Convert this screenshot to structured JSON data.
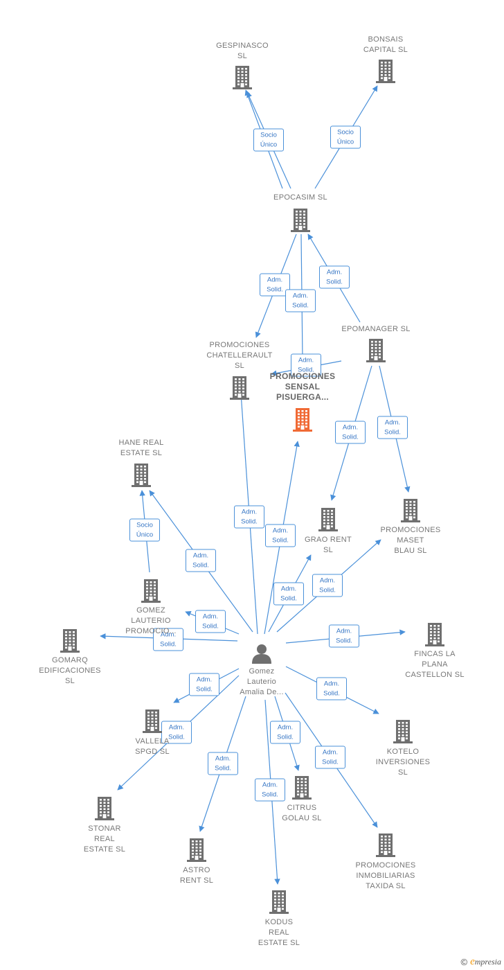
{
  "colors": {
    "edge": "#4a90d9",
    "node": "#6f6f6f",
    "main": "#f06a35",
    "person": "#6f6f6f"
  },
  "nodes": [
    {
      "id": "gespinasco",
      "lines": [
        "GESPINASCO",
        "SL"
      ],
      "type": "company"
    },
    {
      "id": "bonsais",
      "lines": [
        "BONSAIS",
        "CAPITAL  SL"
      ],
      "type": "company"
    },
    {
      "id": "epocasim",
      "lines": [
        "EPOCASIM  SL"
      ],
      "type": "company"
    },
    {
      "id": "epomanager",
      "lines": [
        "EPOMANAGER SL"
      ],
      "type": "company"
    },
    {
      "id": "chatellerault",
      "lines": [
        "PROMOCIONES",
        "CHATELLERAULT",
        "SL"
      ],
      "type": "company"
    },
    {
      "id": "sensal",
      "lines": [
        "PROMOCIONES",
        "SENSAL",
        "PISUERGA..."
      ],
      "type": "main"
    },
    {
      "id": "hane",
      "lines": [
        "HANE REAL",
        "ESTATE  SL"
      ],
      "type": "company"
    },
    {
      "id": "grao",
      "lines": [
        "GRAO RENT",
        "SL"
      ],
      "type": "company"
    },
    {
      "id": "maset",
      "lines": [
        "PROMOCIONES",
        "MASET",
        "BLAU  SL"
      ],
      "type": "company"
    },
    {
      "id": "gomezprom",
      "lines": [
        "GOMEZ",
        "LAUTERIO",
        "PROMOCIO..."
      ],
      "type": "company"
    },
    {
      "id": "gomarq",
      "lines": [
        "GOMARQ",
        "EDIFICACIONES",
        "SL"
      ],
      "type": "company"
    },
    {
      "id": "fincas",
      "lines": [
        "FINCAS LA",
        "PLANA",
        "CASTELLON SL"
      ],
      "type": "company"
    },
    {
      "id": "person",
      "lines": [
        "Gomez",
        "Lauterio",
        "Amalia De..."
      ],
      "type": "person"
    },
    {
      "id": "vallela",
      "lines": [
        "VALLELA",
        "SPGD SL"
      ],
      "type": "company"
    },
    {
      "id": "kotelo",
      "lines": [
        "KOTELO",
        "INVERSIONES",
        "SL"
      ],
      "type": "company"
    },
    {
      "id": "stonar",
      "lines": [
        "STONAR",
        "REAL",
        "ESTATE  SL"
      ],
      "type": "company"
    },
    {
      "id": "citrus",
      "lines": [
        "CITRUS",
        "GOLAU  SL"
      ],
      "type": "company"
    },
    {
      "id": "astro",
      "lines": [
        "ASTRO",
        "RENT  SL"
      ],
      "type": "company"
    },
    {
      "id": "taxida",
      "lines": [
        "PROMOCIONES",
        "INMOBILIARIAS",
        "TAXIDA  SL"
      ],
      "type": "company"
    },
    {
      "id": "kodus",
      "lines": [
        "KODUS",
        "REAL",
        "ESTATE  SL"
      ],
      "type": "company"
    }
  ],
  "edges": [
    {
      "label": [
        "Socio",
        "Único"
      ]
    },
    {
      "label": [
        "Socio",
        "Único"
      ]
    },
    {
      "label": [
        "Socio",
        "Único"
      ]
    },
    {
      "label": [
        "Adm.",
        "Solid."
      ]
    },
    {
      "label": [
        "Adm.",
        "Solid."
      ]
    },
    {
      "label": [
        "Adm.",
        "Solid."
      ]
    },
    {
      "label": [
        "Adm.",
        "Solid."
      ]
    },
    {
      "label": [
        "Adm.",
        "Solid."
      ]
    },
    {
      "label": [
        "Socio",
        "Único"
      ]
    },
    {
      "label": [
        "Adm.",
        "Solid."
      ]
    },
    {
      "label": [
        "Adm.",
        "Solid."
      ]
    },
    {
      "label": [
        "Adm.",
        "Solid."
      ]
    },
    {
      "label": [
        "Adm.",
        "Solid."
      ]
    },
    {
      "label": [
        "Adm.",
        "Solid."
      ]
    },
    {
      "label": [
        "Adm.",
        "Solid."
      ]
    },
    {
      "label": [
        "Adm.",
        "Solid."
      ]
    },
    {
      "label": [
        "Adm.",
        "Solid."
      ]
    },
    {
      "label": [
        "Adm.",
        "Solid."
      ]
    },
    {
      "label": [
        "Adm.",
        "Solid."
      ]
    },
    {
      "label": [
        "Adm.",
        "Solid."
      ]
    },
    {
      "label": [
        "Adm.",
        "Solid."
      ]
    },
    {
      "label": [
        "Adm.",
        "Solid."
      ]
    },
    {
      "label": [
        "Adm.",
        "Solid."
      ]
    },
    {
      "label": [
        "Adm.",
        "Solid."
      ]
    },
    {
      "label": [
        "Adm.",
        "Solid."
      ]
    }
  ],
  "footer": {
    "copyright": "©",
    "brand_initial": "e",
    "brand_rest": "mpresia"
  }
}
